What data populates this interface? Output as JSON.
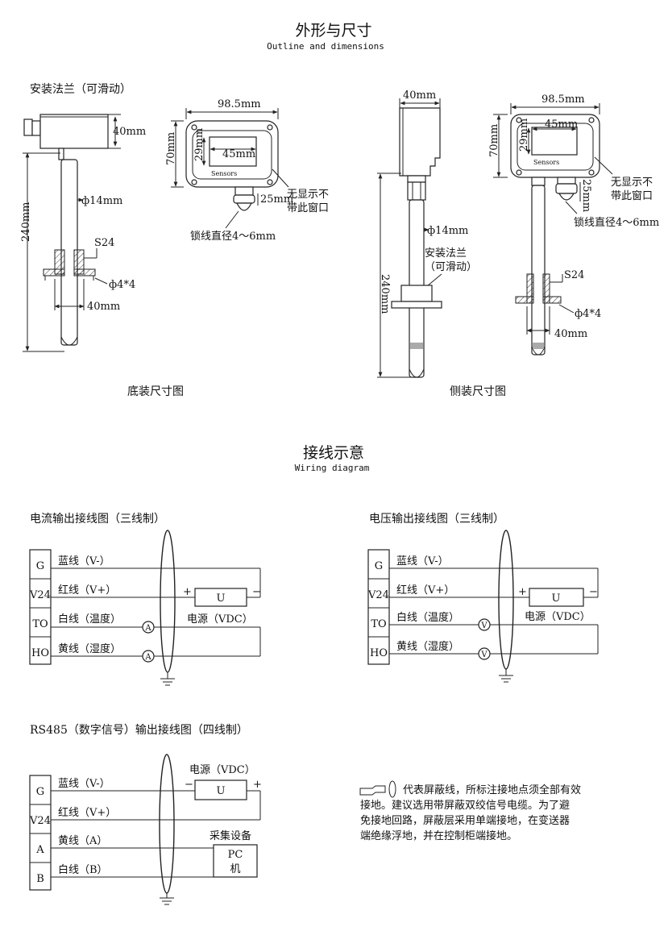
{
  "outline": {
    "title_cn": "外形与尺寸",
    "title_en": "Outline and dimensions",
    "flange_label": "安装法兰（可滑动）",
    "dims": {
      "w98": "98.5mm",
      "w45": "45mm",
      "h70": "70mm",
      "h29": "29mm",
      "h25": "25mm",
      "h40": "40mm",
      "d14": "ф14mm",
      "s24": "S24",
      "phi44": "ф4*4",
      "h240": "240mm",
      "w40": "40mm"
    },
    "sensors_text": "Sensors",
    "no_display_l1": "无显示不",
    "no_display_l2": "带此窗口",
    "cable_diam": "锁线直径4～6mm",
    "side_flange_l1": "安装法兰",
    "side_flange_l2": "（可滑动）",
    "caption_bottom": "底装尺寸图",
    "caption_side": "侧装尺寸图"
  },
  "wiring": {
    "title_cn": "接线示意",
    "title_en": "Wiring diagram",
    "current": {
      "title": "电流输出接线图（三线制）",
      "terminals": [
        "G",
        "V24",
        "TO",
        "HO"
      ],
      "wires": [
        "蓝线（V-）",
        "红线（V+）",
        "白线（温度）",
        "黄线（湿度）"
      ],
      "meter": "A",
      "source_box": "U",
      "source_label": "电源（VDC）",
      "plus": "+",
      "minus": "−"
    },
    "voltage": {
      "title": "电压输出接线图（三线制）",
      "terminals": [
        "G",
        "V24",
        "TO",
        "HO"
      ],
      "wires": [
        "蓝线（V-）",
        "红线（V+）",
        "白线（温度）",
        "黄线（湿度）"
      ],
      "meter": "V",
      "source_box": "U",
      "source_label": "电源（VDC）",
      "plus": "+",
      "minus": "−"
    },
    "rs485": {
      "title": "RS485（数字信号）输出接线图（四线制）",
      "terminals": [
        "G",
        "V24",
        "A",
        "B"
      ],
      "wires": [
        "蓝线（V-）",
        "红线（V+）",
        "黄线（A）",
        "白线（B）"
      ],
      "source_label": "电源（VDC）",
      "source_box": "U",
      "minus": "−",
      "plus": "+",
      "device_label": "采集设备",
      "pc_l1": "PC",
      "pc_l2": "机"
    },
    "note": {
      "l1": "代表屏蔽线，所标注接地点须全部有效",
      "l2": "接地。建议选用带屏蔽双绞信号电缆。为了避",
      "l3": "免接地回路，屏蔽层采用单端接地，在变送器",
      "l4": "端绝缘浮地，并在控制柜端接地。"
    }
  }
}
